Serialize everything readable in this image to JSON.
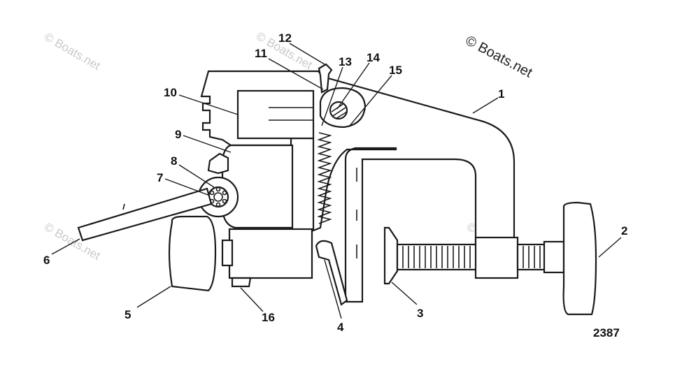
{
  "copyright": "© Boats.net",
  "watermark": "© Boats.net",
  "figure_number": "2387",
  "callouts": [
    "1",
    "2",
    "3",
    "4",
    "5",
    "6",
    "7",
    "8",
    "9",
    "10",
    "11",
    "12",
    "13",
    "14",
    "15",
    "16"
  ],
  "colors": {
    "line": "#1a1a1a",
    "watermark": "#c9c9c9",
    "background": "#ffffff"
  }
}
